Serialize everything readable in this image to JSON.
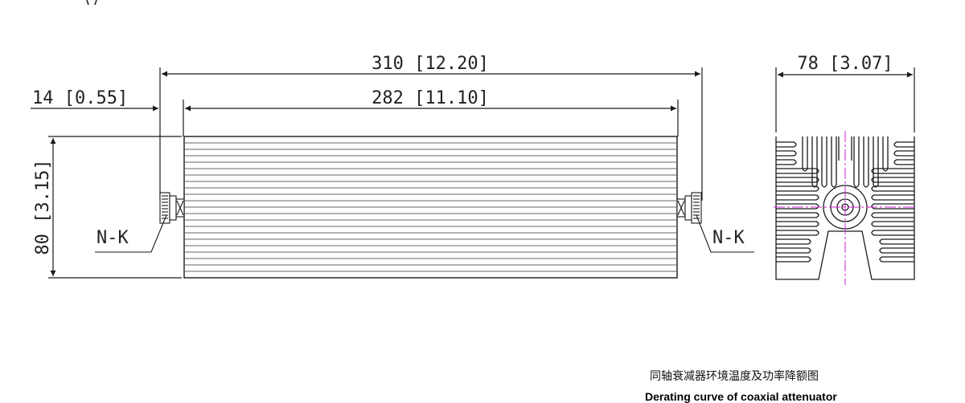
{
  "dimensions": {
    "overall_length": "310 [12.20]",
    "body_length": "282 [11.10]",
    "connector_offset": "14 [0.55]",
    "height": "80 [3.15]",
    "width": "78 [3.07]"
  },
  "connectors": {
    "left": "N-K",
    "right": "N-K"
  },
  "caption": {
    "chinese": "同轴衰减器环境温度及功率降额图",
    "english": "Derating curve of coaxial attenuator"
  },
  "colors": {
    "line": "#1a1a1a",
    "centerline": "#d21fd2"
  }
}
